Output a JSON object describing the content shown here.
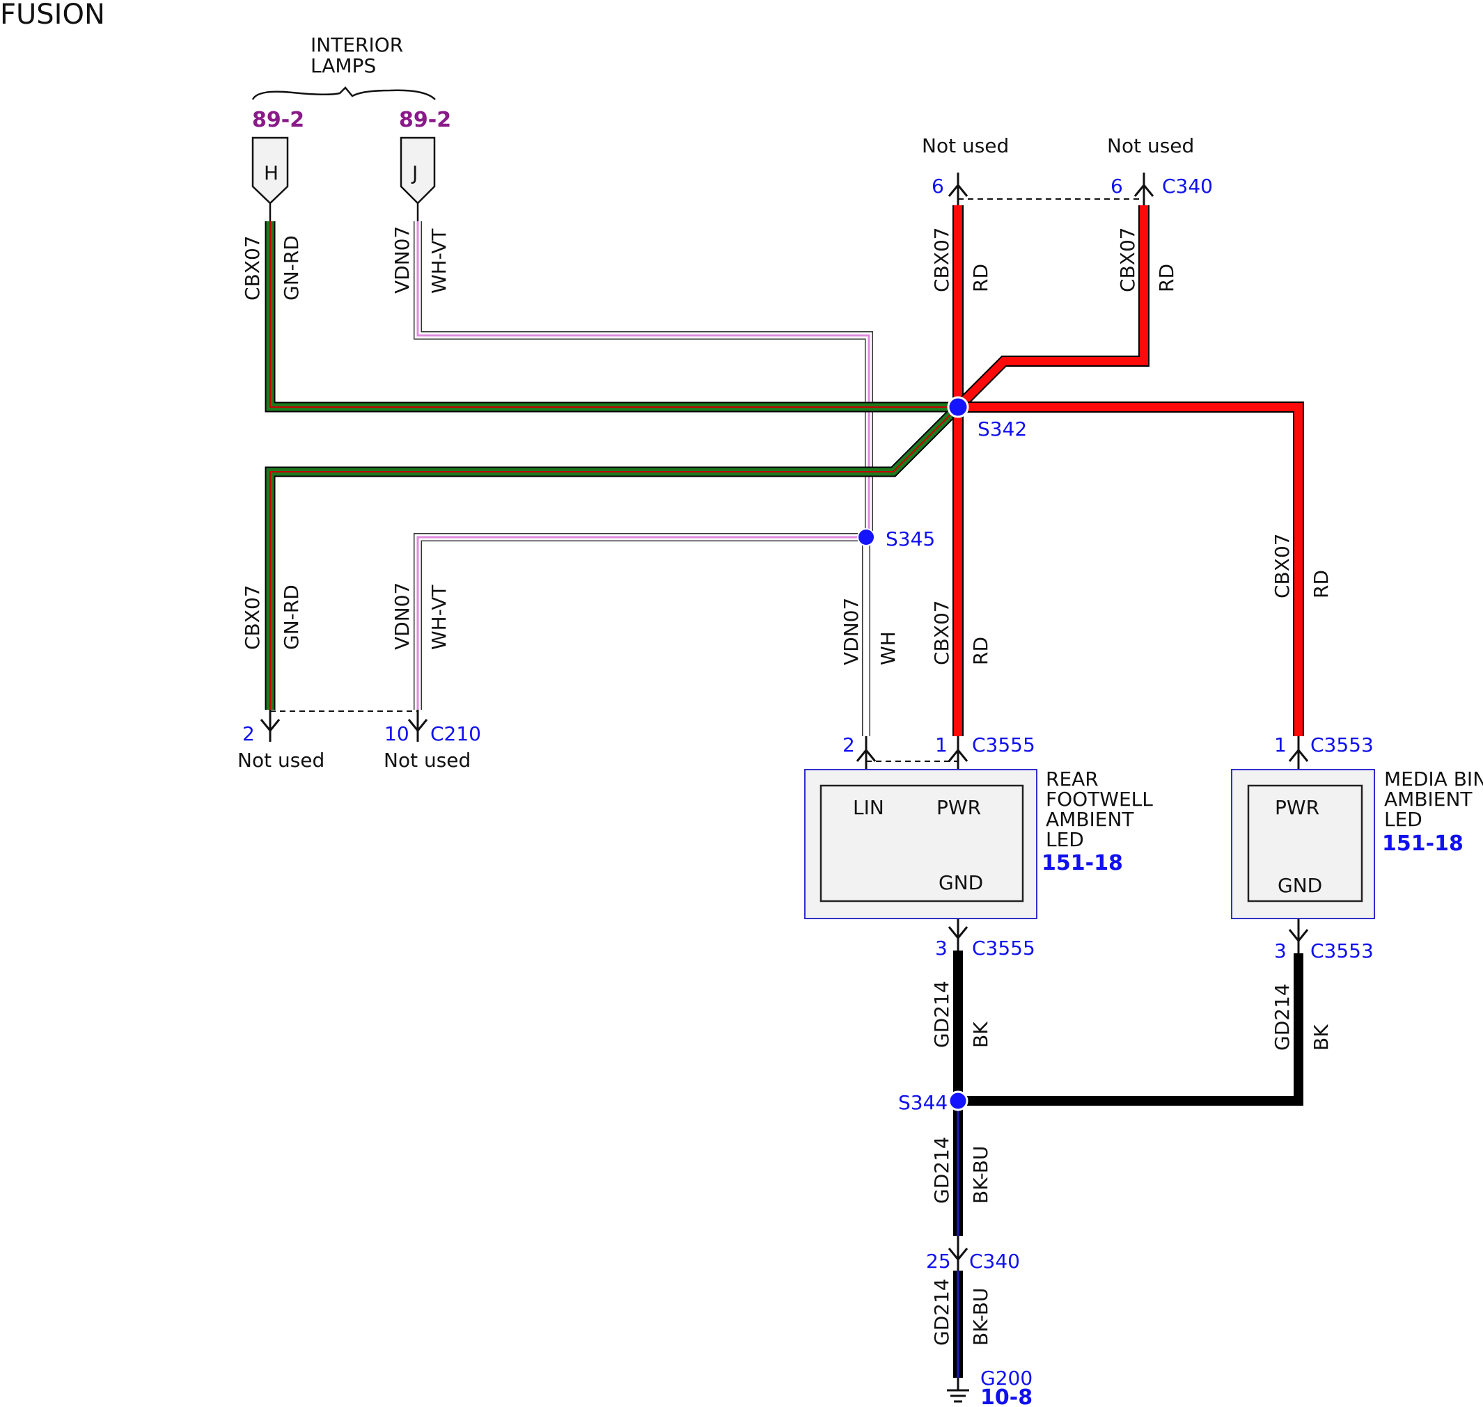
{
  "page": {
    "title": "FUSION"
  },
  "colors": {
    "red": "#ff0a0a",
    "green": "#1e6e1e",
    "black": "#000000",
    "blue_dot": "#1414ff",
    "pin_text": "#1010ee",
    "ref_purple": "#8a1a8a",
    "wh_vt_pink": "#e8a8e8",
    "bk_bu_blue": "#1a1aa0"
  },
  "top_group": {
    "label_line1": "INTERIOR",
    "label_line2": "LAMPS",
    "ref_h": "89-2",
    "ref_j": "89-2",
    "term_h": "H",
    "term_j": "J"
  },
  "wires": {
    "gnrd_top": {
      "circuit": "CBX07",
      "color": "GN-RD"
    },
    "whvt_top": {
      "circuit": "VDN07",
      "color": "WH-VT"
    },
    "rd_up_left": {
      "circuit": "CBX07",
      "color": "RD"
    },
    "rd_up_right": {
      "circuit": "CBX07",
      "color": "RD"
    },
    "gnrd_bottom": {
      "circuit": "CBX07",
      "color": "GN-RD"
    },
    "whvt_bottom": {
      "circuit": "VDN07",
      "color": "WH-VT"
    },
    "wh_footwell": {
      "circuit": "VDN07",
      "color": "WH"
    },
    "rd_footwell": {
      "circuit": "CBX07",
      "color": "RD"
    },
    "rd_media": {
      "circuit": "CBX07",
      "color": "RD"
    },
    "bk_footwell": {
      "circuit": "GD214",
      "color": "BK"
    },
    "bk_media": {
      "circuit": "GD214",
      "color": "BK"
    },
    "bkbu_upper": {
      "circuit": "GD214",
      "color": "BK-BU"
    },
    "bkbu_lower": {
      "circuit": "GD214",
      "color": "BK-BU"
    }
  },
  "splices": {
    "s342": "S342",
    "s345": "S345",
    "s344": "S344"
  },
  "connectors": {
    "c340_top_left": {
      "pin": "6",
      "status": "Not used"
    },
    "c340_top_right": {
      "pin": "6",
      "name": "C340",
      "status": "Not used"
    },
    "c210_left": {
      "pin": "2",
      "status": "Not used"
    },
    "c210_right": {
      "pin": "10",
      "name": "C210",
      "status": "Not used"
    },
    "c3555_lin": {
      "pin": "2"
    },
    "c3555_pwr": {
      "pin": "1",
      "name": "C3555"
    },
    "c3553_pwr": {
      "pin": "1",
      "name": "C3553"
    },
    "c3555_gnd": {
      "pin": "3",
      "name": "C3555"
    },
    "c3553_gnd": {
      "pin": "3",
      "name": "C3553"
    },
    "c340_gnd": {
      "pin": "25",
      "name": "C340"
    }
  },
  "components": {
    "footwell": {
      "name_line1": "REAR",
      "name_line2": "FOOTWELL",
      "name_line3": "AMBIENT",
      "name_line4": "LED",
      "ref": "151-18",
      "pin_lin": "LIN",
      "pin_pwr": "PWR",
      "pin_gnd": "GND"
    },
    "media": {
      "name_line1": "MEDIA BIN",
      "name_line2": "AMBIENT",
      "name_line3": "LED",
      "ref": "151-18",
      "pin_pwr": "PWR",
      "pin_gnd": "GND"
    }
  },
  "ground": {
    "name": "G200",
    "ref": "10-8"
  }
}
